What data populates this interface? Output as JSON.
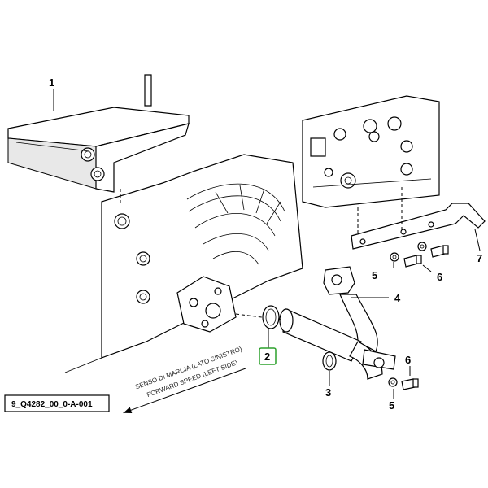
{
  "callouts": {
    "c1": "1",
    "c2": "2",
    "c3": "3",
    "c4": "4",
    "c5a": "5",
    "c5b": "5",
    "c6a": "6",
    "c6b": "6",
    "c7": "7"
  },
  "direction": {
    "line1": "SENSO DI MARCIA (LATO SINISTRO)",
    "line2": "FORWARD SPEED (LEFT SIDE)"
  },
  "reference": "9_Q4282_00_0-A-001",
  "colors": {
    "highlight": "#2ca02c",
    "ink": "#000000"
  }
}
